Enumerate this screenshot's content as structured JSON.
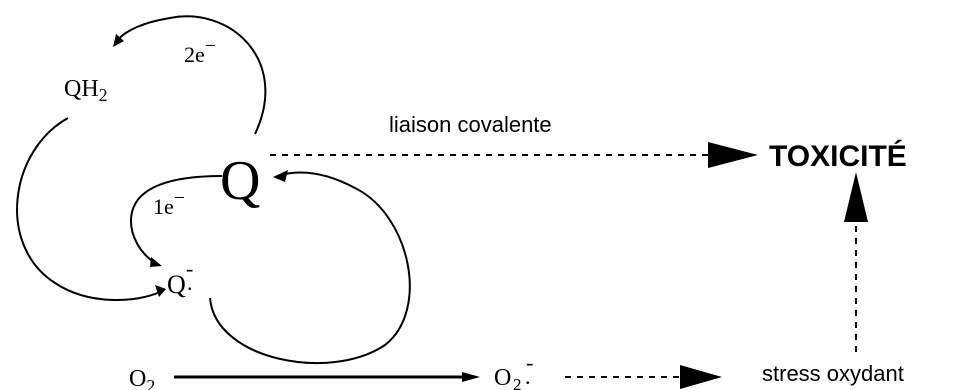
{
  "nodes": {
    "qh2": {
      "base": "QH",
      "sub": "2"
    },
    "q": "Q",
    "q_radical": {
      "base": "Q",
      "sup": "-",
      "dot": "."
    },
    "o2": {
      "base": "O",
      "sub": "2"
    },
    "o2_radical": {
      "base": "O",
      "sub": "2",
      "sup": "-",
      "dot": "."
    },
    "toxicite": "TOXICITÉ",
    "stress": "stress oxydant"
  },
  "labels": {
    "two_electron": {
      "base": "2e",
      "sup": "−"
    },
    "one_electron": {
      "base": "1e",
      "sup": "−"
    },
    "covalent": "liaison covalente"
  }
}
